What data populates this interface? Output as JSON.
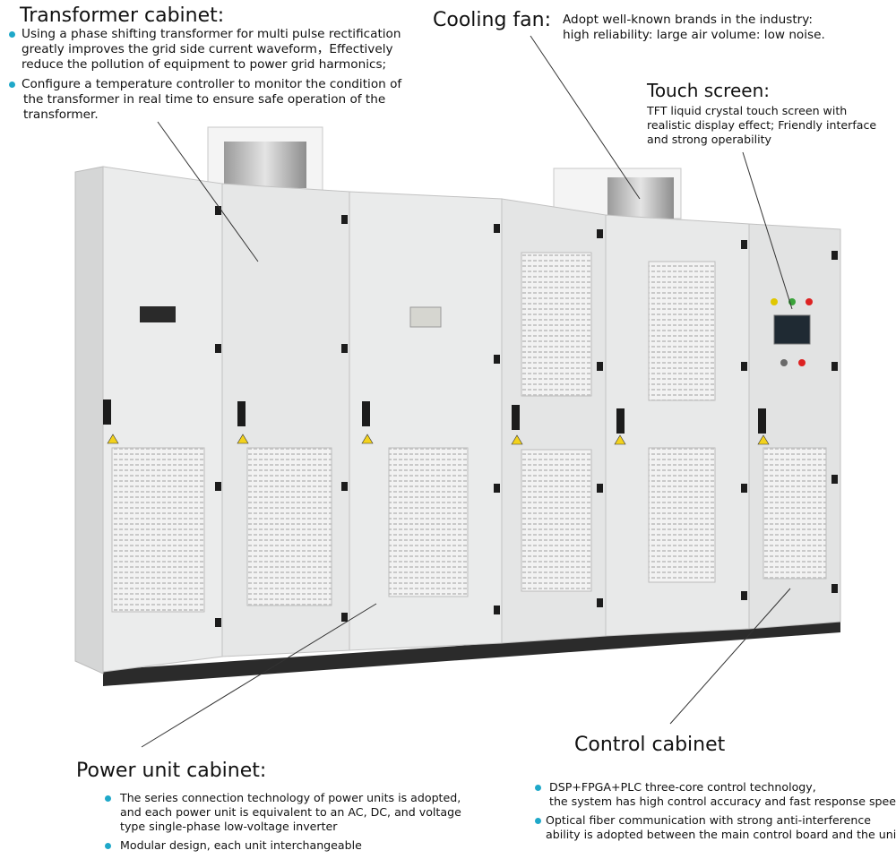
{
  "transformer": {
    "title": "Transformer cabinet:",
    "b1": [
      "Using a phase shifting transformer for multi pulse rectification",
      "greatly improves the grid side current waveform，Effectively",
      "reduce the pollution of equipment to power grid harmonics;"
    ],
    "b2": [
      "Configure a temperature controller to monitor the condition of",
      "the transformer in real time to ensure safe operation of the",
      "transformer."
    ]
  },
  "fan": {
    "title": "Cooling fan:",
    "text": [
      "Adopt well-known brands in the industry:",
      "high reliability: large air volume: low noise."
    ]
  },
  "touch": {
    "title": "Touch screen:",
    "text": [
      "TFT liquid crystal touch screen with",
      "realistic display effect; Friendly interface",
      "and strong operability"
    ]
  },
  "control": {
    "title": "Control cabinet",
    "b1": [
      "DSP+FPGA+PLC three-core control technology,",
      "the system has high control accuracy and fast response speed;"
    ],
    "b2": [
      "Optical fiber communication with strong anti-interference",
      "ability is adopted between the main control board and the unit."
    ]
  },
  "power": {
    "title": "Power unit cabinet:",
    "b1": [
      "The series connection technology of power units is adopted,",
      "and each power unit is equivalent to an AC, DC, and voltage",
      "type single-phase low-voltage inverter"
    ],
    "b2": [
      "Modular design, each unit interchangeable"
    ]
  },
  "colors": {
    "bullet": "#1fa8c9",
    "cabinet": "#e9eaea",
    "leader": "#333333",
    "plinth": "#2b2b2b"
  }
}
